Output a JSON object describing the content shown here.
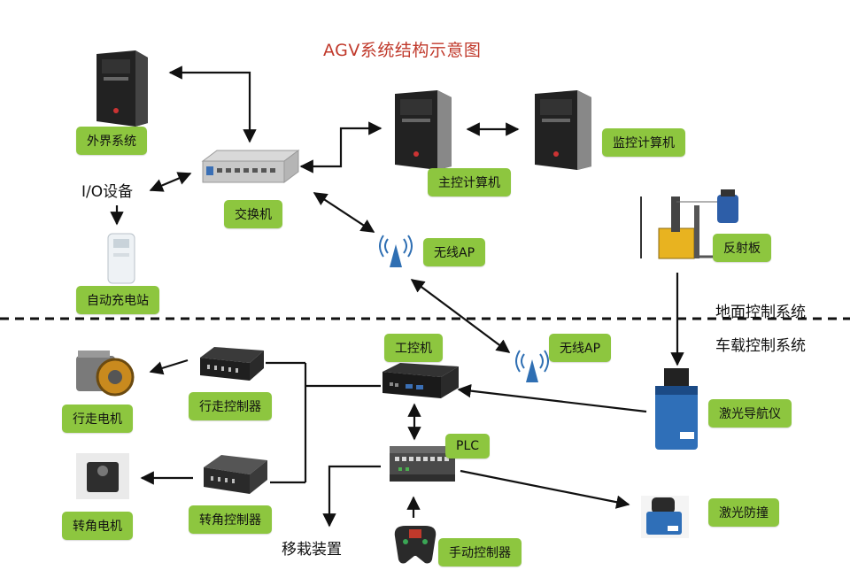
{
  "title": "AGV系统结构示意图",
  "zones": {
    "ground": "地面控制系统",
    "vehicle": "车载控制系统"
  },
  "labels": {
    "external_system": "外界系统",
    "io_device": "I/O设备",
    "charging_station": "自动充电站",
    "switch": "交换机",
    "main_computer": "主控计算机",
    "monitor_computer": "监控计算机",
    "wireless_ap_ground": "无线AP",
    "reflector": "反射板",
    "ipc": "工控机",
    "wireless_ap_vehicle": "无线AP",
    "drive_controller": "行走控制器",
    "drive_motor": "行走电机",
    "laser_nav": "激光导航仪",
    "plc": "PLC",
    "steer_controller": "转角控制器",
    "steer_motor": "转角电机",
    "transfer_device": "移栽装置",
    "laser_collision": "激光防撞",
    "manual_controller": "手动控制器"
  },
  "colors": {
    "label_bg": "#8dc63f",
    "title": "#c0392b",
    "line": "#111111"
  }
}
